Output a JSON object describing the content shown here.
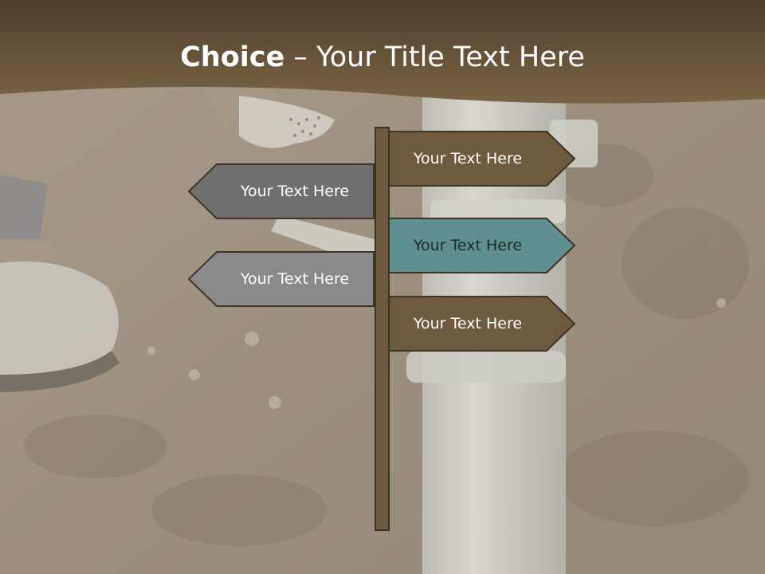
{
  "slide": {
    "title_bold": "Choice",
    "title_rest": " – Your Title Text Here"
  },
  "signs": [
    {
      "label": "Your Text Here",
      "direction": "right",
      "color": "#6e5a3e",
      "text_color": "#ffffff"
    },
    {
      "label": "Your Text Here",
      "direction": "left",
      "color": "#6f6f6f",
      "text_color": "#ffffff"
    },
    {
      "label": "Your Text Here",
      "direction": "right",
      "color": "#5f8f90",
      "text_color": "#1c2a2a"
    },
    {
      "label": "Your Text Here",
      "direction": "left",
      "color": "#8a8a8a",
      "text_color": "#ffffff"
    },
    {
      "label": "Your Text Here",
      "direction": "right",
      "color": "#6e5a3e",
      "text_color": "#ffffff"
    }
  ],
  "colors": {
    "header_band": "#6b5535",
    "post": "#6e5a3e",
    "sign_border": "#3d3326"
  }
}
